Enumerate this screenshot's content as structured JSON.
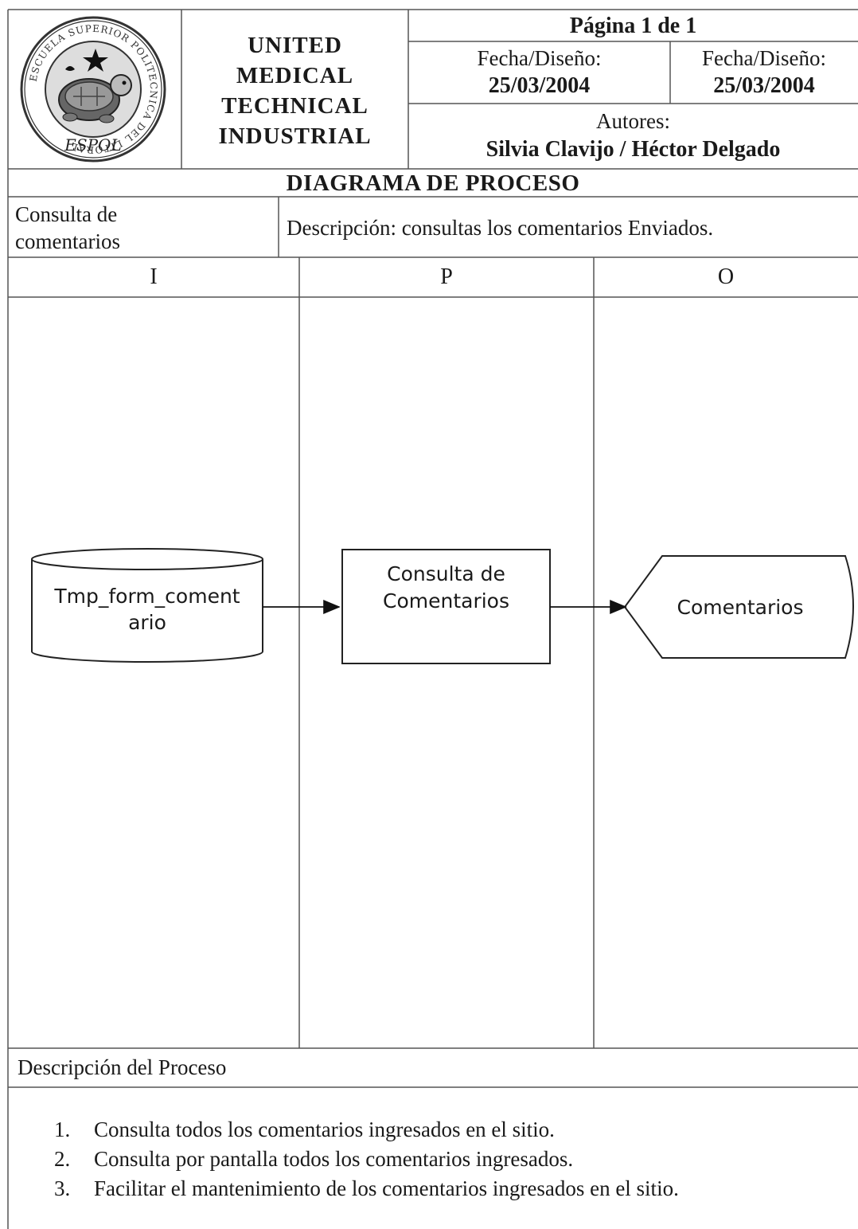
{
  "header": {
    "logo": {
      "ring_text": "ESCUELA SUPERIOR POLITECNICA DEL LITORAL",
      "bottom_text": "ESPOL",
      "icon": "espol-turtle-seal-icon"
    },
    "company_lines": [
      "UNITED",
      "MEDICAL",
      "TECHNICAL",
      "INDUSTRIAL"
    ],
    "page_label": "Página 1 de 1",
    "fecha_left_label": "Fecha/Diseño:",
    "fecha_left_value": "25/03/2004",
    "fecha_right_label": "Fecha/Diseño:",
    "fecha_right_value": "25/03/2004",
    "autores_label": "Autores:",
    "autores_value": "Silvia Clavijo / Héctor Delgado"
  },
  "title": "DIAGRAMA DE PROCESO",
  "process": {
    "name": "Consulta de comentarios",
    "description": "Descripción: consultas los comentarios Enviados."
  },
  "columns": [
    "I",
    "P",
    "O"
  ],
  "diagram": {
    "input": "Tmp_form_comentario",
    "input_lines": [
      "Tmp_form_coment",
      "ario"
    ],
    "process_lines": [
      "Consulta de",
      "Comentarios"
    ],
    "output": "Comentarios"
  },
  "description_section": {
    "title": "Descripción del Proceso",
    "items": [
      {
        "num": "1.",
        "text": "Consulta todos los comentarios ingresados en el sitio."
      },
      {
        "num": "2.",
        "text": "Consulta por pantalla todos los comentarios ingresados."
      },
      {
        "num": "3.",
        "text": "Facilitar el mantenimiento de los comentarios ingresados en el sitio."
      }
    ]
  }
}
